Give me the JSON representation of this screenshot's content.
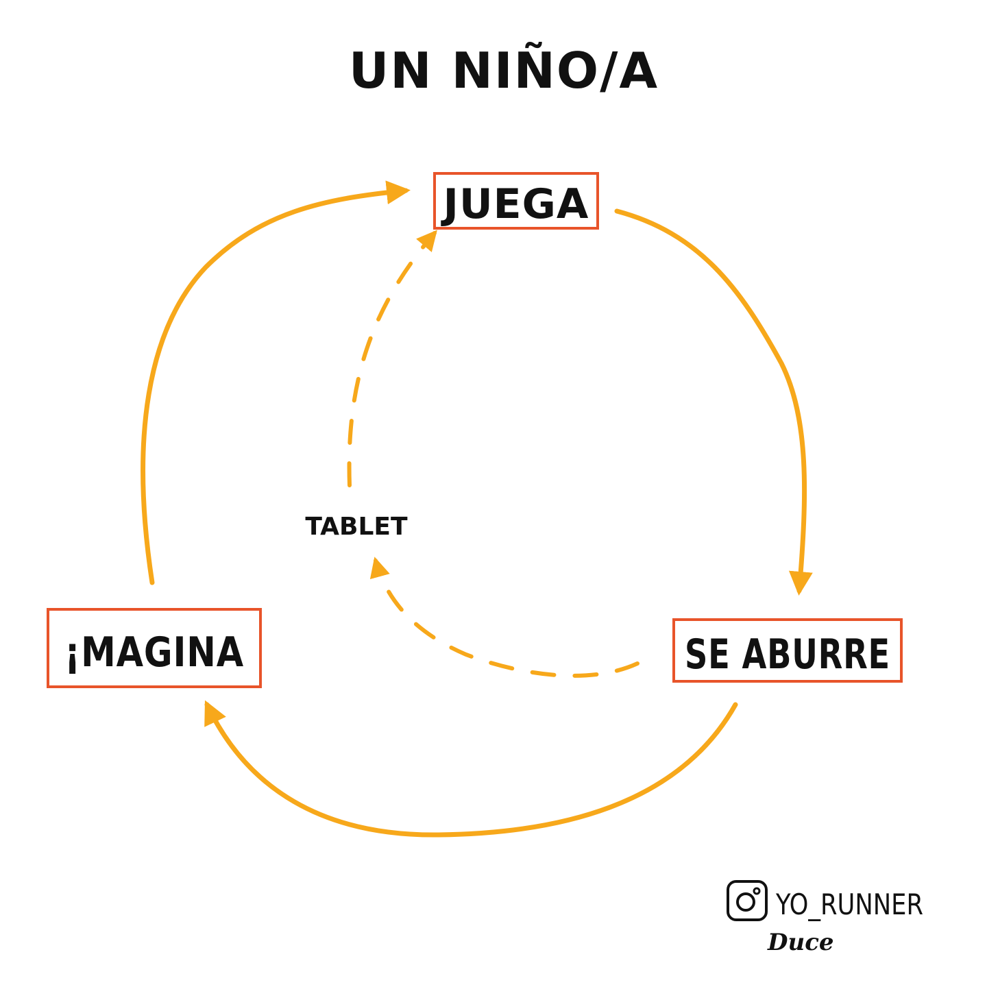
{
  "title": "UN NIÑO/A",
  "nodes": {
    "juega": "JUEGA",
    "se_aburre": "SE ABURRE",
    "imagina": "¡MAGINA"
  },
  "edges": [
    {
      "from": "JUEGA",
      "to": "SE ABURRE",
      "style": "solid"
    },
    {
      "from": "SE ABURRE",
      "to": "¡MAGINA",
      "style": "solid"
    },
    {
      "from": "¡MAGINA",
      "to": "JUEGA",
      "style": "solid"
    },
    {
      "from": "SE ABURRE",
      "to": "JUEGA",
      "style": "dashed",
      "label": "TABLET"
    }
  ],
  "credit": {
    "handle": "YO_RUNNER",
    "icon": "instagram-icon",
    "signature": "Duce"
  },
  "colors": {
    "arrow": "#f7a81b",
    "box_border": "#e8542a",
    "text": "#111111",
    "background": "#ffffff"
  }
}
